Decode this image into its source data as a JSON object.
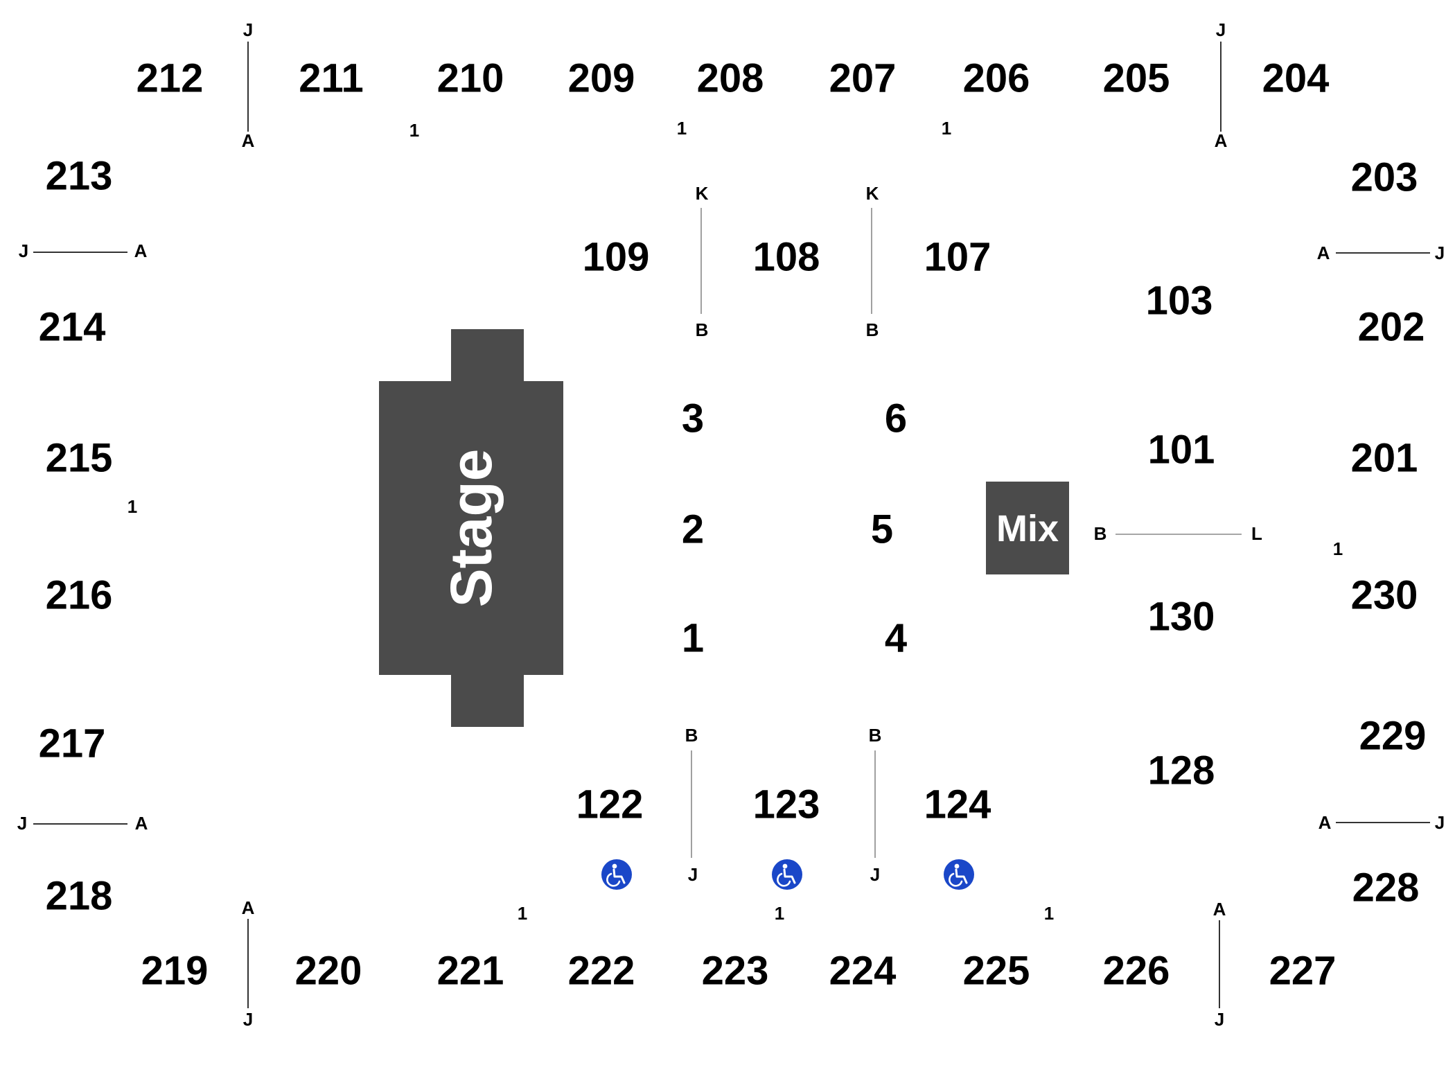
{
  "colors": {
    "stage": "#4b4b4b",
    "mix": "#4b4b4b",
    "accessible": "#1a47c8",
    "text": "#000000"
  },
  "stage": {
    "label": "Stage"
  },
  "mix": {
    "label": "Mix"
  },
  "sections": {
    "s212": "212",
    "s211": "211",
    "s210": "210",
    "s209": "209",
    "s208": "208",
    "s207": "207",
    "s206": "206",
    "s205": "205",
    "s204": "204",
    "s213": "213",
    "s214": "214",
    "s215": "215",
    "s216": "216",
    "s217": "217",
    "s218": "218",
    "s203": "203",
    "s202": "202",
    "s201": "201",
    "s230": "230",
    "s229": "229",
    "s228": "228",
    "s219": "219",
    "s220": "220",
    "s221": "221",
    "s222": "222",
    "s223": "223",
    "s224": "224",
    "s225": "225",
    "s226": "226",
    "s227": "227",
    "s109": "109",
    "s108": "108",
    "s107": "107",
    "s103": "103",
    "s101": "101",
    "s130": "130",
    "s128": "128",
    "s122": "122",
    "s123": "123",
    "s124": "124",
    "f1": "1",
    "f2": "2",
    "f3": "3",
    "f4": "4",
    "f5": "5",
    "f6": "6"
  },
  "rows": {
    "a": "A",
    "b": "B",
    "j": "J",
    "k": "K",
    "l": "L"
  },
  "seat_one": "1",
  "icons": {
    "accessible": "wheelchair-icon"
  }
}
